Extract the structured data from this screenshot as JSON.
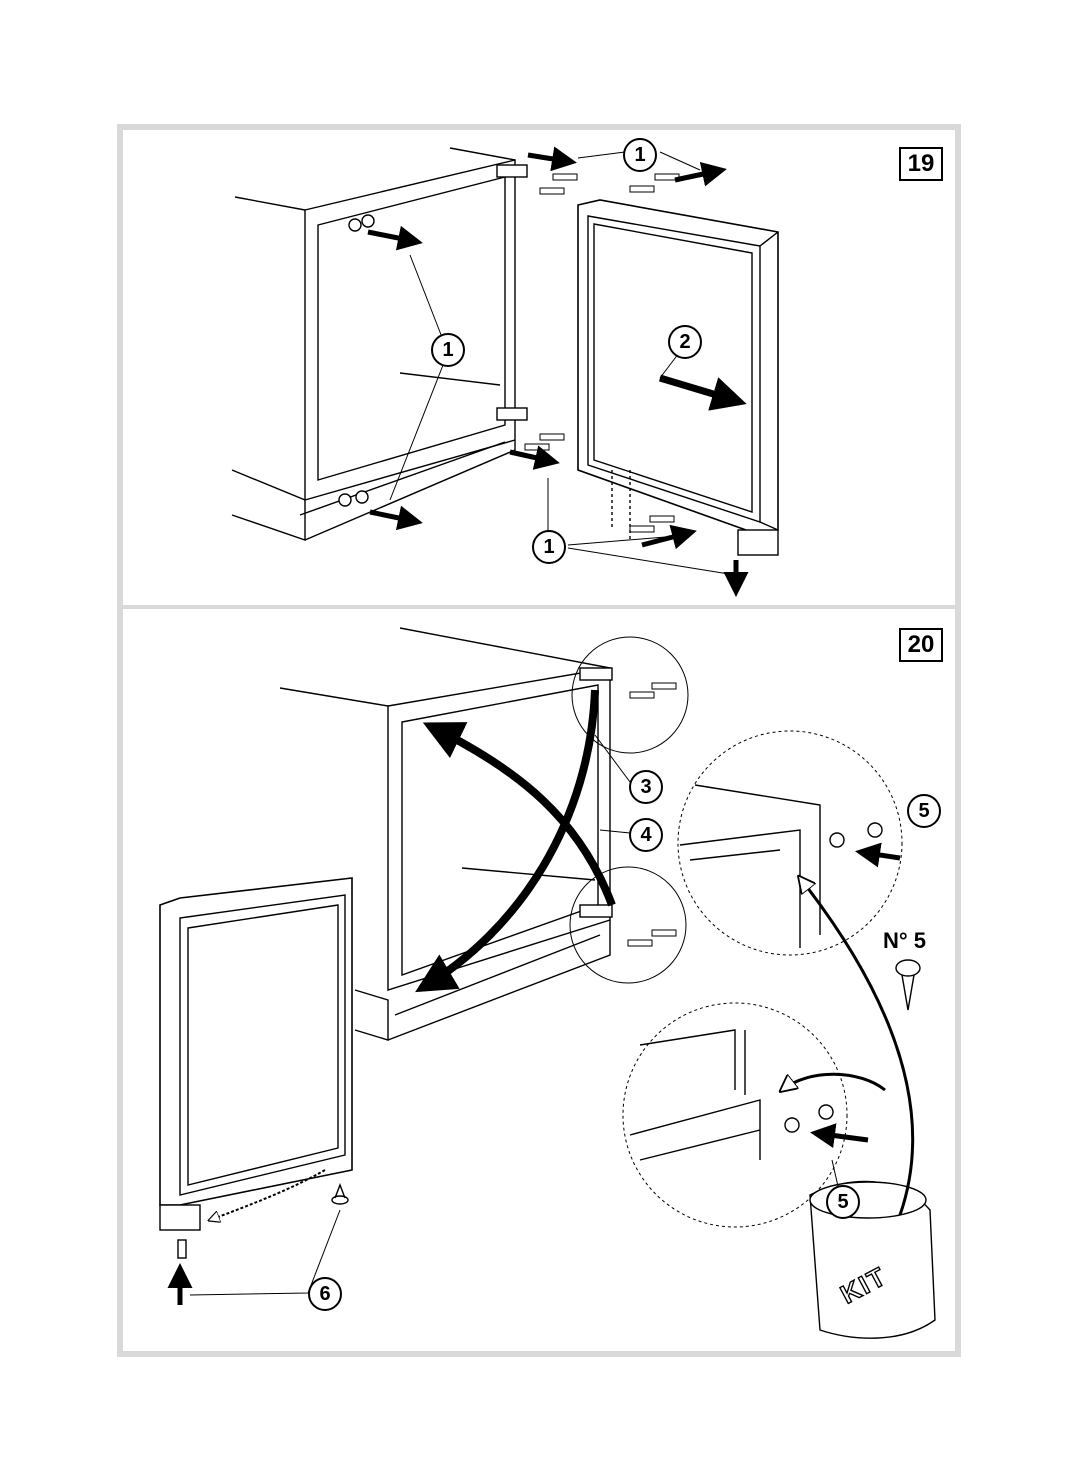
{
  "panels": {
    "top": {
      "number": "19"
    },
    "bottom": {
      "number": "20"
    }
  },
  "callouts": {
    "step1": "1",
    "step2": "2",
    "step3": "3",
    "step4": "4",
    "step5": "5",
    "step6": "6"
  },
  "part_label": "N° 5",
  "bag_label": "KIT",
  "colors": {
    "frame": "#d9d9d9",
    "stroke": "#000000",
    "paper": "#ffffff"
  }
}
